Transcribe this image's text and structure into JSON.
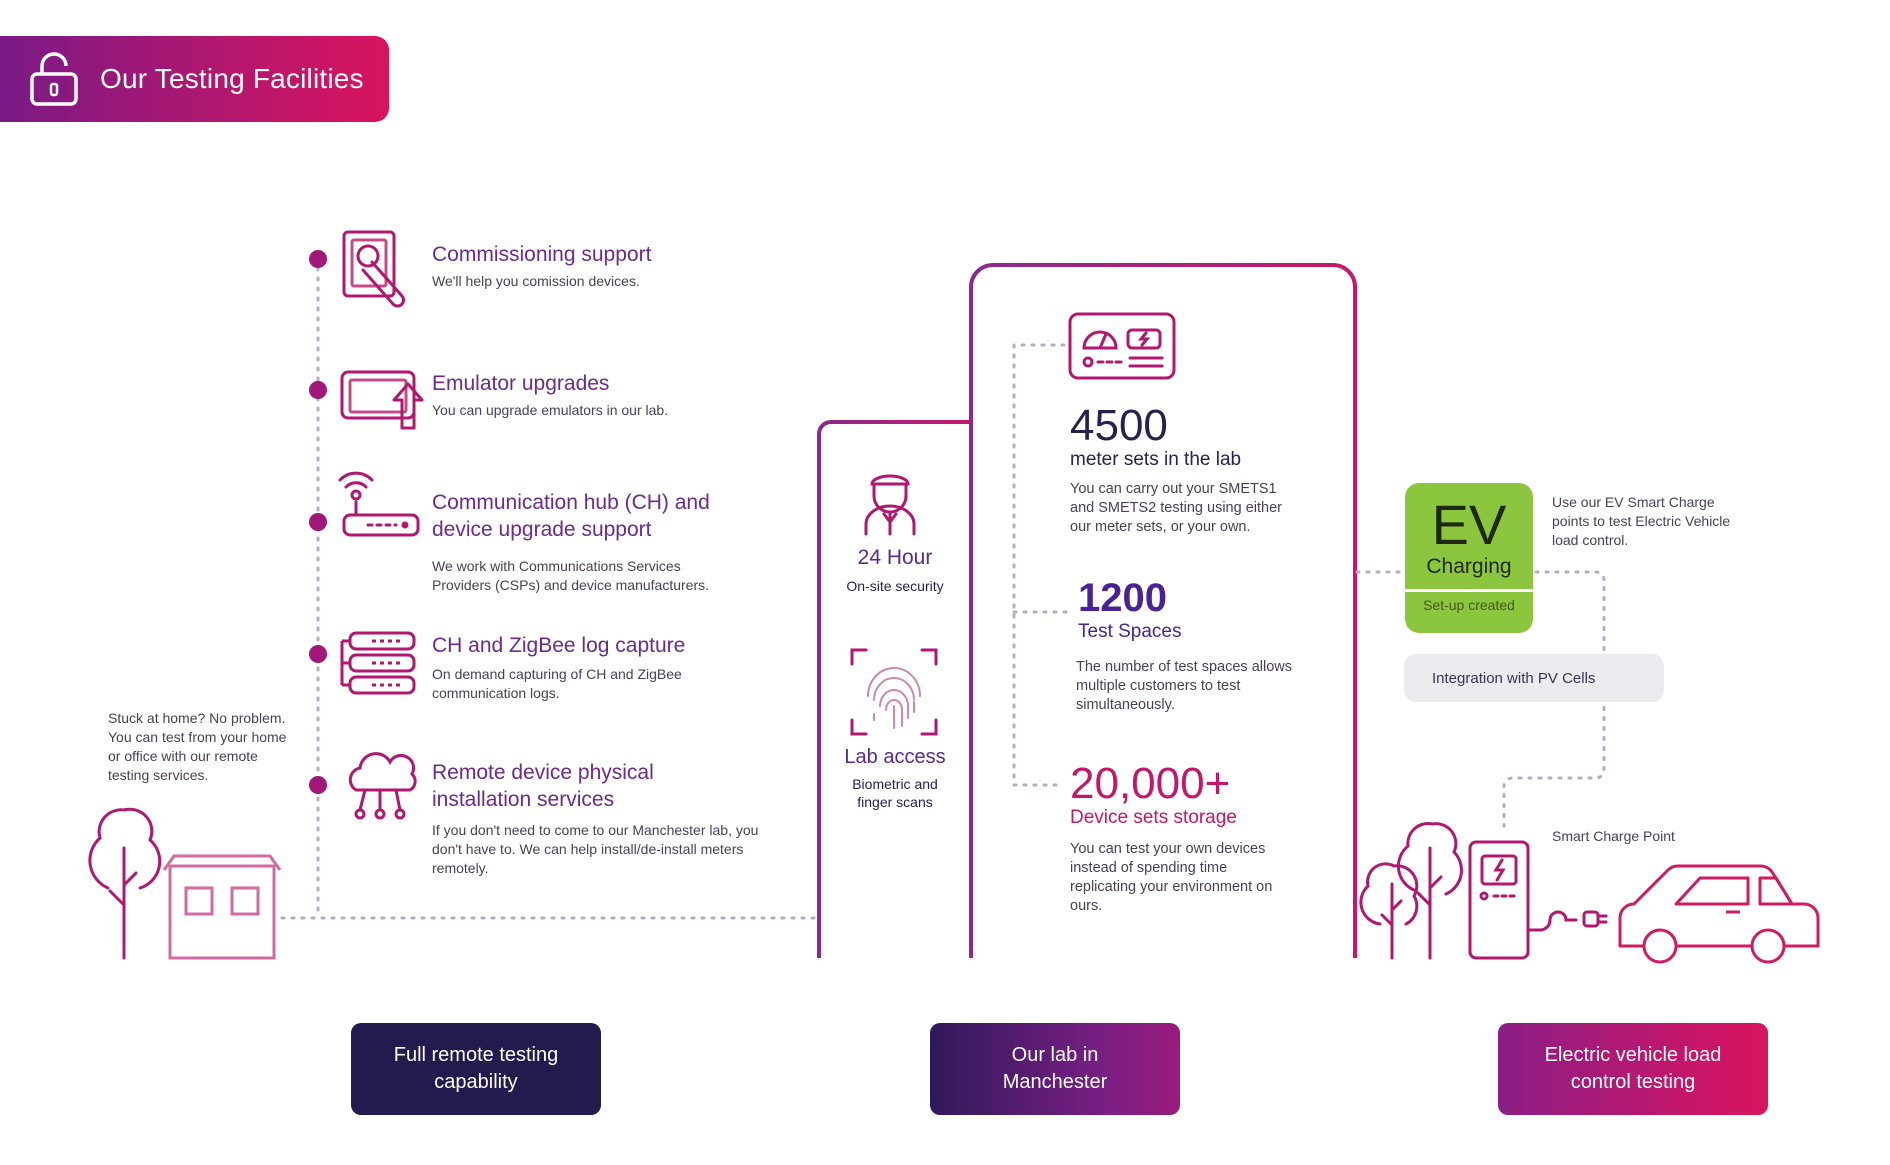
{
  "header": {
    "title": "Our Testing Facilities",
    "icon": "lock-icon"
  },
  "services": [
    {
      "title": "Commissioning support",
      "description": "We'll help you comission devices.",
      "icon": "tablet-wrench-icon"
    },
    {
      "title": "Emulator upgrades",
      "description": "You can upgrade emulators in our lab.",
      "icon": "screen-upgrade-icon"
    },
    {
      "title": "Communication hub (CH) and device upgrade support",
      "description": "We work with Communications Services Providers (CSPs) and device manufacturers.",
      "icon": "router-icon"
    },
    {
      "title": "CH and ZigBee log capture",
      "description": "On demand capturing of CH and ZigBee communication logs.",
      "icon": "server-icon"
    },
    {
      "title": "Remote device physical installation services",
      "description": "If you don't need to come to our Manchester lab, you don't have to. We can help install/de-install meters remotely.",
      "icon": "cloud-network-icon"
    }
  ],
  "remote_note": "Stuck at home? No problem. You can test from your home or office with our remote testing services.",
  "security": {
    "title": "24 Hour",
    "subtitle": "On-site security",
    "icon": "security-guard-icon"
  },
  "lab_access": {
    "title": "Lab access",
    "subtitle": "Biometric and finger scans",
    "icon": "fingerprint-icon"
  },
  "stats": [
    {
      "number": "4500",
      "label": "meter sets in the lab",
      "description": "You can carry out your SMETS1 and SMETS2 testing using either our meter sets, or your own."
    },
    {
      "number": "1200",
      "label": "Test Spaces",
      "description": "The number of test spaces allows multiple customers to test simultaneously."
    },
    {
      "number": "20,000+",
      "label": "Device sets storage",
      "description": "You can test your own devices instead of spending time replicating your environment on ours."
    }
  ],
  "ev": {
    "big": "EV",
    "charging": "Charging",
    "setup": "Set-up created",
    "note": "Use our EV Smart Charge points to test Electric Vehicle load control.",
    "pv": "Integration with PV Cells",
    "charge_point": "Smart Charge Point"
  },
  "bottom_buttons": [
    {
      "label": "Full remote testing capability"
    },
    {
      "label": "Our lab in Manchester"
    },
    {
      "label": "Electric vehicle load control testing"
    }
  ],
  "colors": {
    "purple_dark": "#2a1a55",
    "purple": "#7b2a8f",
    "magenta": "#c4166a",
    "pink": "#d9145e",
    "green": "#8cc63f"
  }
}
